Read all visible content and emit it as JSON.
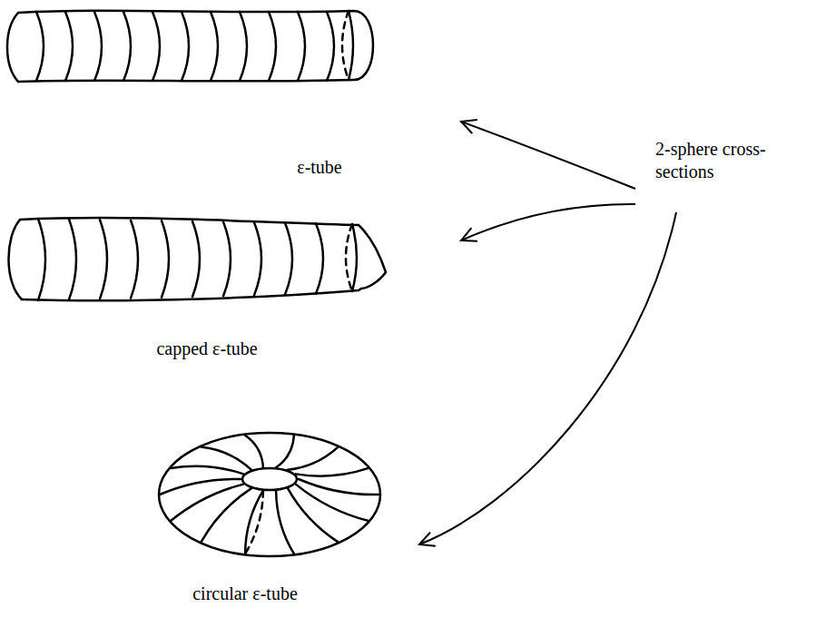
{
  "diagram": {
    "labels": [
      "ε-tube",
      "capped ε-tube",
      "circular ε-tube",
      "2-sphere cross-sections"
    ]
  }
}
